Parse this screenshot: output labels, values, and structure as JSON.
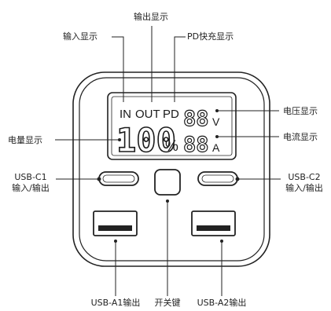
{
  "labels": {
    "input_display": "输入显示",
    "output_display": "输出显示",
    "pd_fast_charge_display": "PD快充显示",
    "voltage_display": "电压显示",
    "current_display": "电流显示",
    "battery_display": "电量显示",
    "usb_c1": "USB-C1",
    "usb_c1_sub": "输入/输出",
    "usb_c2": "USB-C2",
    "usb_c2_sub": "输入/输出",
    "usb_a1": "USB-A1输出",
    "power_key": "开关键",
    "usb_a2": "USB-A2输出"
  },
  "lcd": {
    "in": "IN",
    "out": "OUT",
    "pd": "PD",
    "voltage_digits": "88",
    "voltage_unit": "V",
    "battery_digits": "100",
    "percent": "%",
    "current_digits": "88",
    "current_unit": "A"
  },
  "colors": {
    "line": "#222222",
    "body": "#ffffff",
    "lcd_text": "#1a1a1a"
  }
}
